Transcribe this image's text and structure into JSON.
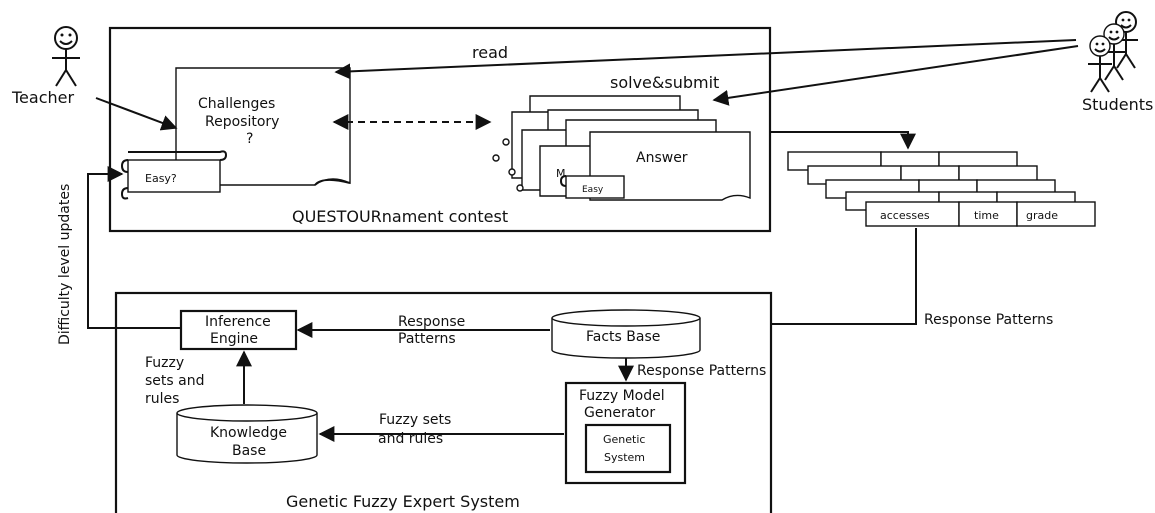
{
  "actors": {
    "teacher": "Teacher",
    "students": "Students"
  },
  "contest": {
    "title": "QUESTOURnament contest",
    "repository_line1": "Challenges",
    "repository_line2": "Repository",
    "repository_line3": "?",
    "easy_question": "Easy?",
    "answer": "Answer",
    "easy": "Easy",
    "partial_label": "M"
  },
  "flows": {
    "read": "read",
    "solve_submit": "solve&submit",
    "response_patterns_right": "Response Patterns",
    "response_patterns_left_1": "Response",
    "response_patterns_left_2": "Patterns",
    "response_patterns_down": "Response Patterns",
    "fuzzy_sets_rules_1": "Fuzzy sets",
    "fuzzy_sets_rules_2": "and rules",
    "fuzzy_left_1": "Fuzzy",
    "fuzzy_left_2": "sets and",
    "fuzzy_left_3": "rules",
    "difficulty": "Difficulty level updates"
  },
  "records": {
    "col1": "accesses",
    "col2": "time",
    "col3": "grade"
  },
  "expert": {
    "title": "Genetic Fuzzy Expert System",
    "inference_1": "Inference",
    "inference_2": "Engine",
    "facts": "Facts Base",
    "knowledge_1": "Knowledge",
    "knowledge_2": "Base",
    "fmg_1": "Fuzzy Model",
    "fmg_2": "Generator",
    "genetic_1": "Genetic",
    "genetic_2": "System"
  }
}
